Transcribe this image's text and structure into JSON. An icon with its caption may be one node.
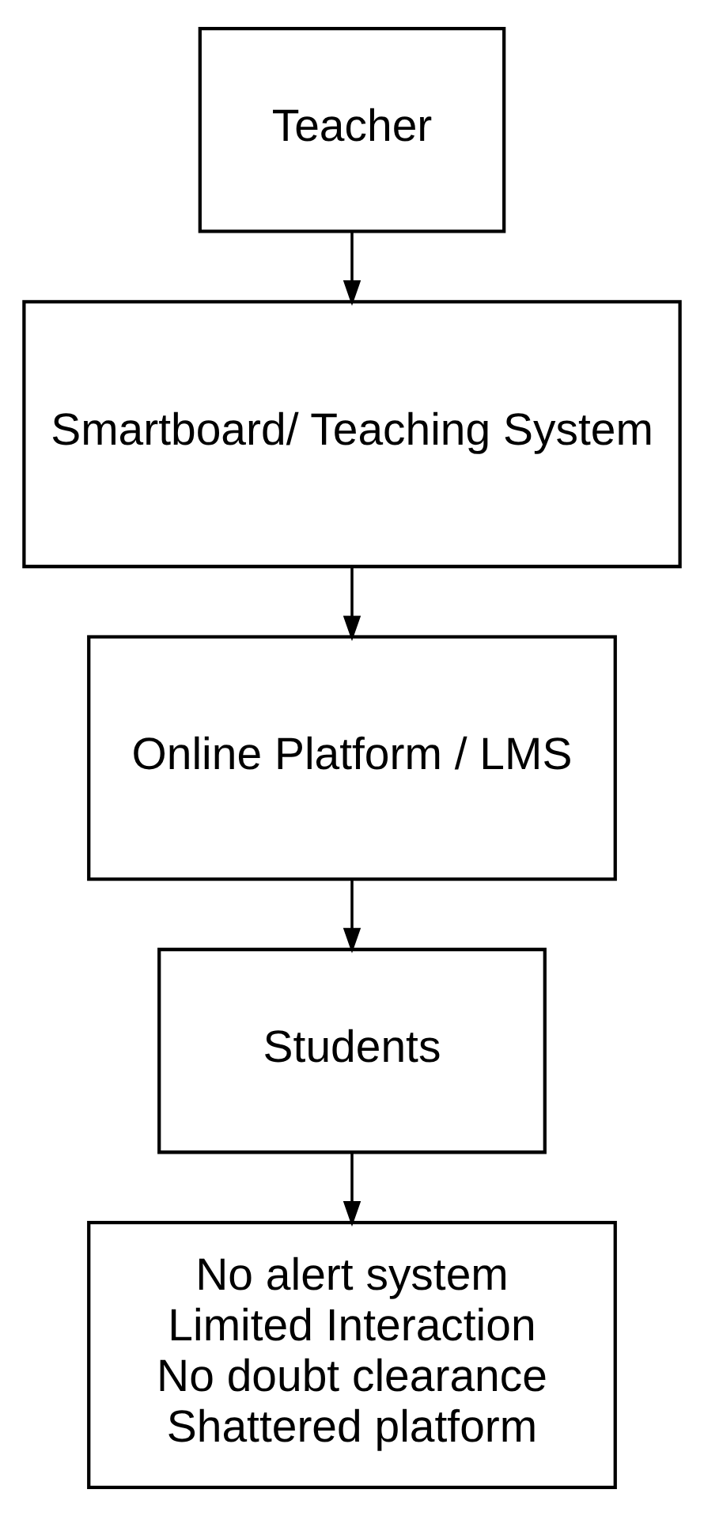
{
  "diagram": {
    "nodes": [
      {
        "text": [
          "Teacher"
        ]
      },
      {
        "text": [
          "Smartboard/ Teaching System"
        ]
      },
      {
        "text": [
          "Online Platform / LMS"
        ]
      },
      {
        "text": [
          "Students"
        ]
      },
      {
        "text": [
          "No alert system",
          "Limited Interaction",
          "No doubt clearance",
          "Shattered platform"
        ]
      }
    ],
    "edges": [
      {
        "from": 0,
        "to": 1,
        "arrow": "to"
      },
      {
        "from": 1,
        "to": 2,
        "arrow": "to"
      },
      {
        "from": 2,
        "to": 3,
        "arrow": "to"
      },
      {
        "from": 3,
        "to": 4,
        "arrow": "to"
      }
    ]
  }
}
